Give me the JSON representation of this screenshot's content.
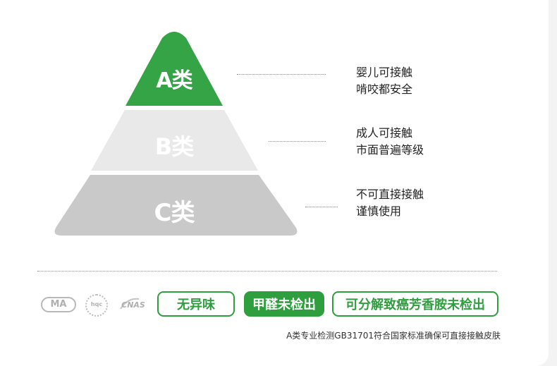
{
  "pyramid": {
    "tiers": [
      {
        "label": "A类",
        "lines": [
          "婴儿可接触",
          "啃咬都安全"
        ],
        "color": "#35a447"
      },
      {
        "label": "B类",
        "lines": [
          "成人可接触",
          "市面普遍等级"
        ],
        "color": "#e9e9e9"
      },
      {
        "label": "C类",
        "lines": [
          "不可直接接触",
          "谨慎使用"
        ],
        "color": "#c9c9c9"
      }
    ]
  },
  "certifications": {
    "logos": [
      "MA",
      "hqc",
      "CNAS"
    ],
    "logo_icons": [
      "cma-logo-icon",
      "hqc-seal-icon",
      "cnas-logo-icon"
    ]
  },
  "badges": [
    {
      "label": "无异味",
      "style": "outline"
    },
    {
      "label": "甲醛未检出",
      "style": "solid"
    },
    {
      "label": "可分解致癌芳香胺未检出",
      "style": "outline"
    }
  ],
  "colors": {
    "brand_green": "#2f9e3f",
    "tier_a": "#35a447",
    "tier_b": "#e9e9e9",
    "tier_c": "#c9c9c9"
  },
  "footnote": "A类专业检测GB31701符合国家标准确保可直接接触皮肤"
}
